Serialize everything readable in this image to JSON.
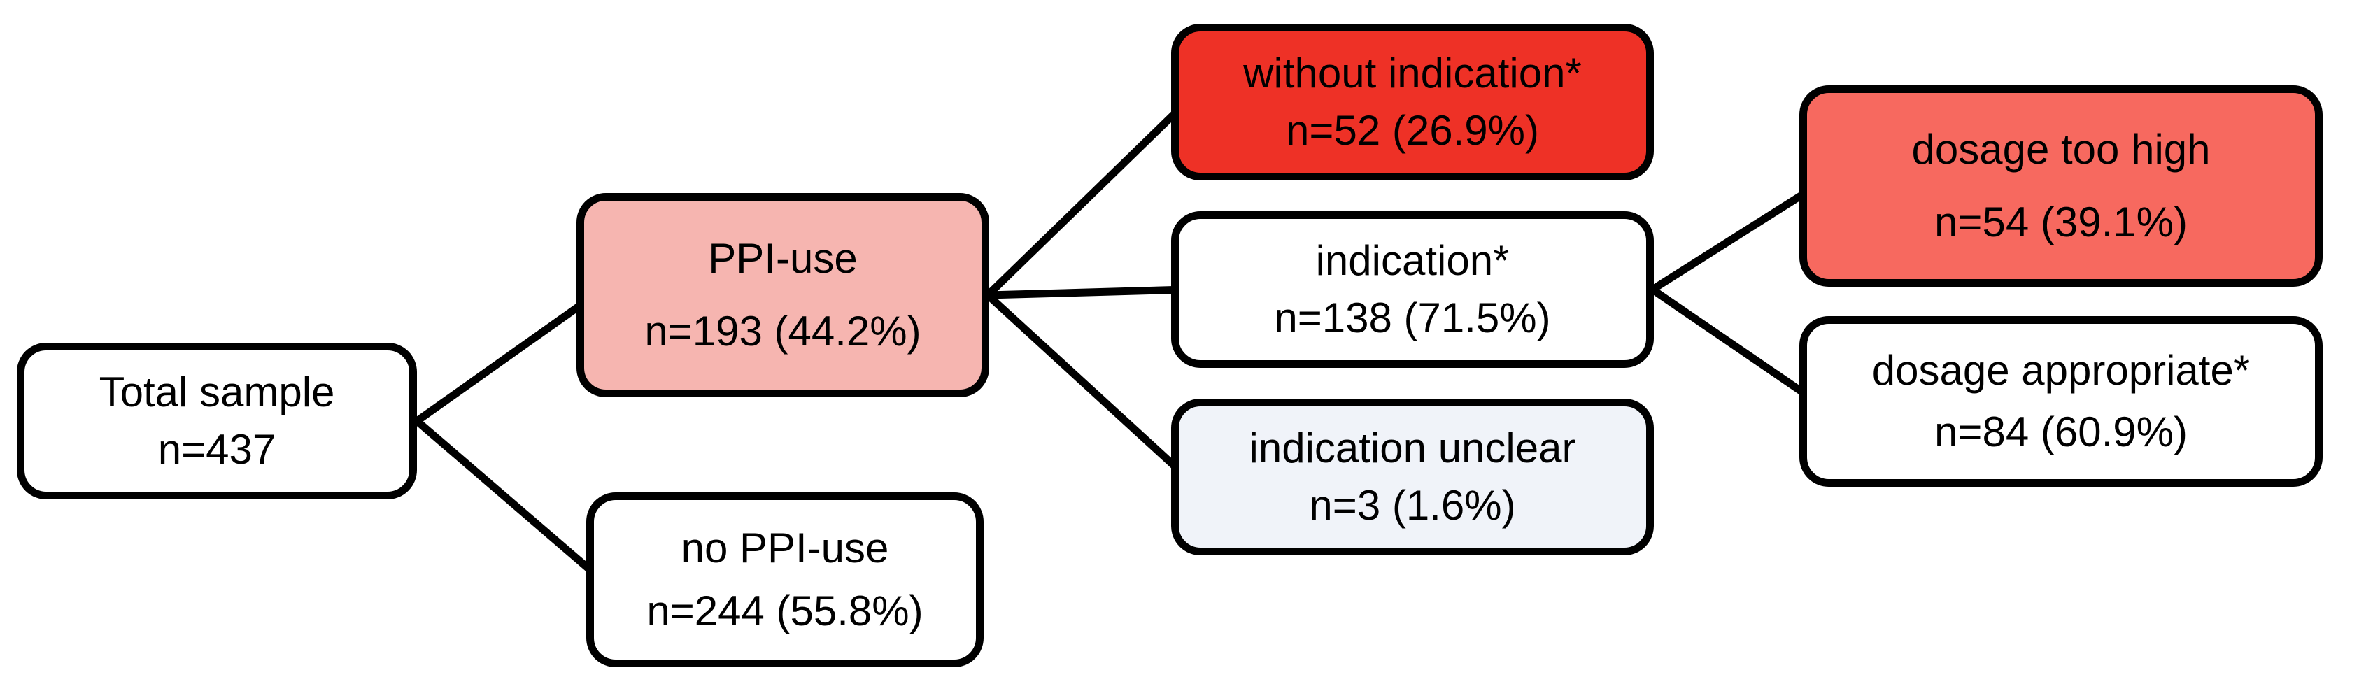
{
  "diagram": {
    "background": "#ffffff",
    "edge_color": "#000000",
    "border_color": "#000000",
    "nodes": {
      "total_sample": {
        "label": "Total sample",
        "value": "n=437",
        "fill": "#ffffff"
      },
      "ppi_use": {
        "label": "PPI-use",
        "value": "n=193 (44.2%)",
        "fill": "#f6b5b0"
      },
      "no_ppi_use": {
        "label": "no PPI-use",
        "value": "n=244 (55.8%)",
        "fill": "#ffffff"
      },
      "without_indication": {
        "label": "without indication*",
        "value": "n=52 (26.9%)",
        "fill": "#ee3126"
      },
      "indication": {
        "label": "indication*",
        "value": "n=138 (71.5%)",
        "fill": "#ffffff"
      },
      "indication_unclear": {
        "label": "indication unclear",
        "value": "n=3 (1.6%)",
        "fill": "#f0f3f9"
      },
      "dosage_too_high": {
        "label": "dosage too high",
        "value": "n=54 (39.1%)",
        "fill": "#f7695f"
      },
      "dosage_appropriate": {
        "label": "dosage appropriate*",
        "value": "n=84 (60.9%)",
        "fill": "#ffffff"
      }
    },
    "edges": [
      {
        "from": "total_sample",
        "to": "ppi_use"
      },
      {
        "from": "total_sample",
        "to": "no_ppi_use"
      },
      {
        "from": "ppi_use",
        "to": "without_indication"
      },
      {
        "from": "ppi_use",
        "to": "indication"
      },
      {
        "from": "ppi_use",
        "to": "indication_unclear"
      },
      {
        "from": "indication",
        "to": "dosage_too_high"
      },
      {
        "from": "indication",
        "to": "dosage_appropriate"
      }
    ]
  }
}
